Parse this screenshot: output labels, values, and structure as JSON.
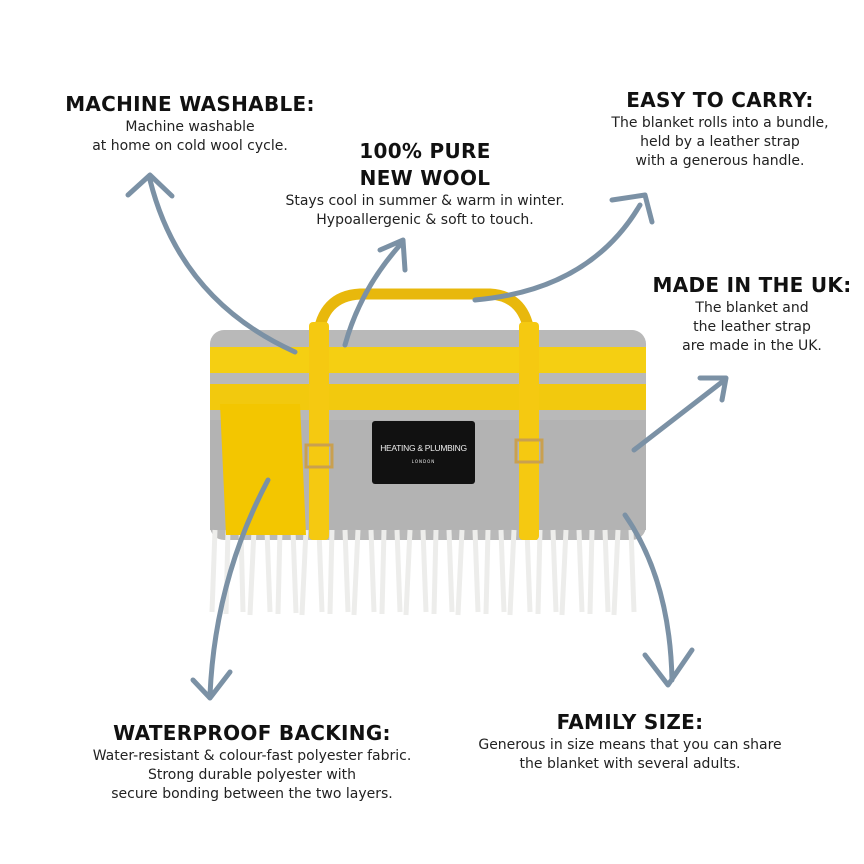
{
  "features": [
    {
      "title": "MACHINE WASHABLE:",
      "lines": [
        "Machine washable",
        "at home on cold wool cycle."
      ]
    },
    {
      "title_lines": [
        "100% PURE",
        "NEW WOOL"
      ],
      "lines": [
        "Stays cool in summer & warm in winter.",
        "Hypoallergenic & soft to touch."
      ]
    },
    {
      "title": "EASY TO CARRY:",
      "lines": [
        "The blanket rolls into a bundle,",
        "held by a leather strap",
        "with a generous handle."
      ]
    },
    {
      "title": "MADE IN THE UK:",
      "lines": [
        "The blanket and",
        "the leather strap",
        "are made in the UK."
      ]
    },
    {
      "title": "WATERPROOF BACKING:",
      "lines": [
        "Water-resistant & colour-fast polyester fabric.",
        "Strong durable polyester with",
        "secure bonding between the two layers."
      ]
    },
    {
      "title": "FAMILY SIZE:",
      "lines": [
        "Generous in size means that you can share",
        "the blanket with several adults."
      ]
    }
  ],
  "product_label": {
    "brand": "HEATING & PLUMBING",
    "sub": "LONDON"
  },
  "colors": {
    "arrow": "#7b91a5",
    "yellow": "#f5cf12",
    "grey": "#b9b9b9"
  }
}
